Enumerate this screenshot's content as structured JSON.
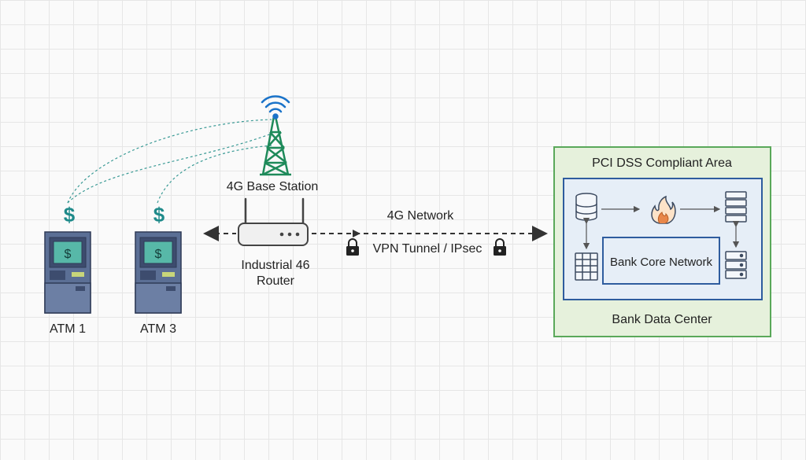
{
  "tower": {
    "label": "4G Base Station"
  },
  "router": {
    "label_line1": "Industrial 46",
    "label_line2": "Router"
  },
  "atms": [
    {
      "label": "ATM 1",
      "currency_symbol": "$"
    },
    {
      "label": "ATM 3",
      "currency_symbol": "$"
    }
  ],
  "links": {
    "network_label": "4G Network",
    "tunnel_label": "VPN Tunnel / IPsec"
  },
  "datacenter": {
    "compliance_label": "PCI DSS Compliant Area",
    "core_network_label": "Bank Core Network",
    "footer_label": "Bank Data Center"
  },
  "colors": {
    "teal": "#1e8a8a",
    "atm_body": "#5b6f95",
    "compliance_border": "#5aa85a",
    "network_border": "#2e5c9e"
  }
}
